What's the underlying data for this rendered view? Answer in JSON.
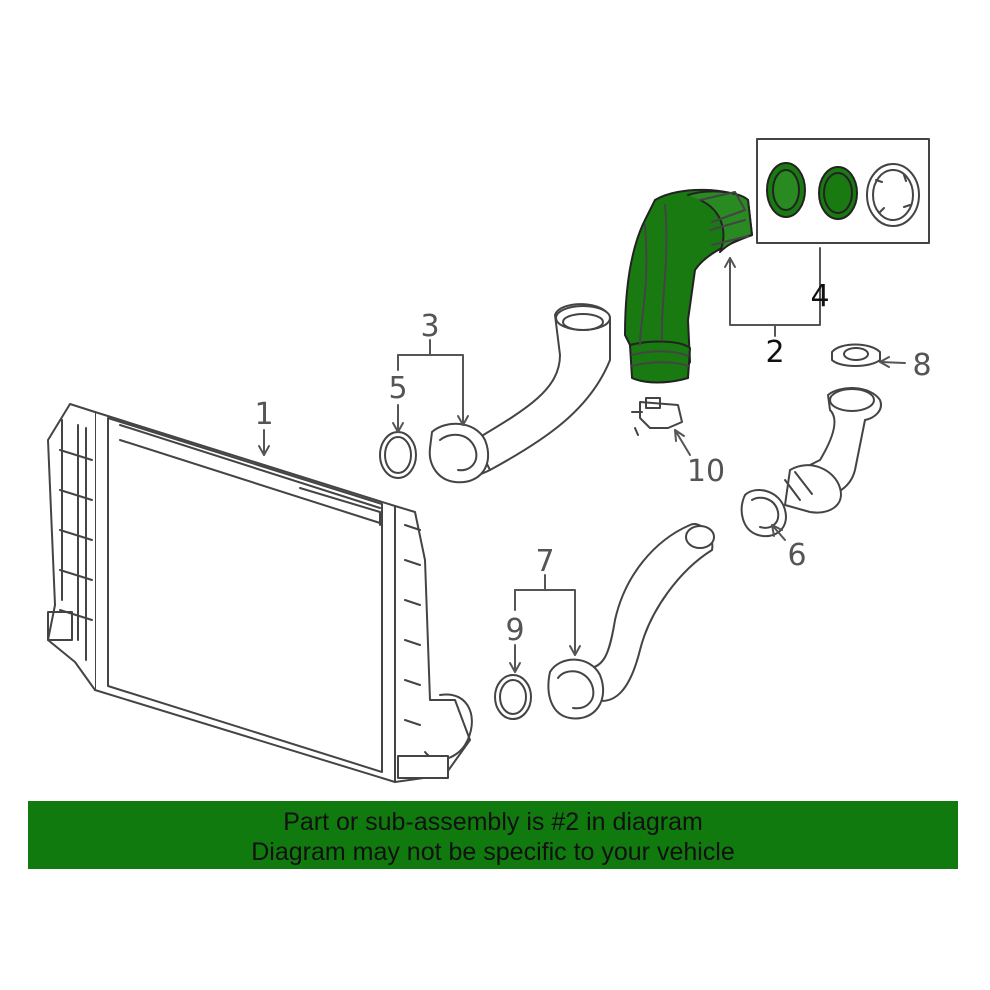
{
  "callouts": {
    "c1": "1",
    "c2": "2",
    "c3": "3",
    "c4": "4",
    "c5": "5",
    "c6": "6",
    "c7": "7",
    "c8": "8",
    "c9": "9",
    "c10": "10"
  },
  "banner": {
    "line1": "Part or sub-assembly is #2 in diagram",
    "line2": "Diagram may not be specific to your vehicle"
  },
  "colors": {
    "highlight": "#1a7a12",
    "banner": "#117a0f",
    "line": "#444444"
  }
}
